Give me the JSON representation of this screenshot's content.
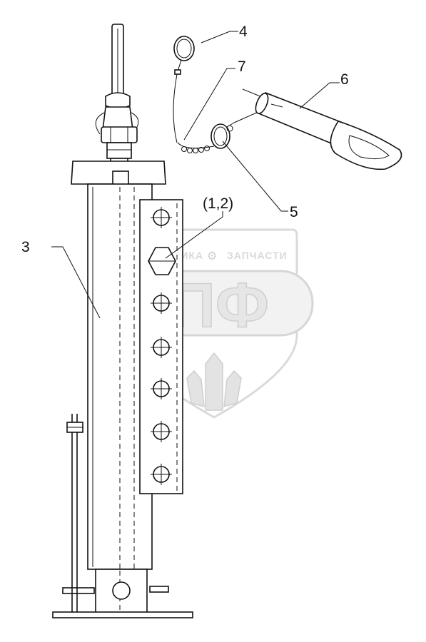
{
  "callouts": {
    "c3": "3",
    "c4": "4",
    "c5": "5",
    "c6": "6",
    "c7": "7",
    "c12": "(1,2)"
  },
  "watermark": {
    "left_word": "ТЕХНИКА",
    "right_word": "ЗАПЧАСТИ",
    "logo_letters": "ЭПФ"
  },
  "colors": {
    "line": "#111111",
    "watermark": "#d9d9d9",
    "background": "#ffffff"
  }
}
